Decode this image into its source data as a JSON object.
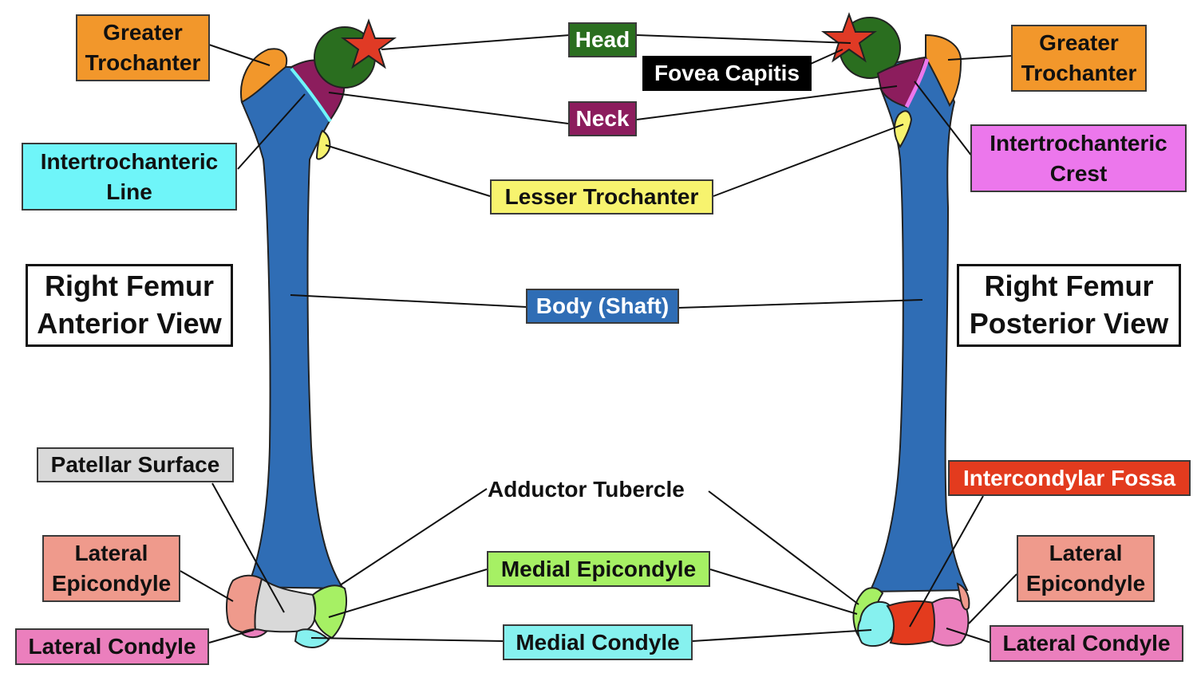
{
  "colors": {
    "shaft": "#2f6db5",
    "head": "#2a6e1f",
    "neck": "#8c1d5d",
    "greater_trochanter": "#f2972b",
    "lesser_trochanter": "#f7f36e",
    "intertrochanteric_line": "#6ff5f9",
    "intertrochanteric_crest": "#ec77ec",
    "patellar_surface": "#d9d9d9",
    "lateral_epicondyle": "#ef9a8c",
    "lateral_condyle": "#eb7fbd",
    "medial_epicondyle": "#a6f064",
    "medial_condyle": "#86f1ef",
    "intercondylar_fossa": "#e33b1e",
    "fovea_star": "#e03a25"
  },
  "titles": {
    "anterior": "Right Femur\nAnterior View",
    "posterior": "Right Femur\nPosterior View"
  },
  "labels": {
    "greater_trochanter_left": "Greater\nTrochanter",
    "greater_trochanter_right": "Greater\nTrochanter",
    "head": "Head",
    "fovea_capitis": "Fovea Capitis",
    "neck": "Neck",
    "intertrochanteric_line": "Intertrochanteric\nLine",
    "intertrochanteric_crest": "Intertrochanteric\nCrest",
    "lesser_trochanter": "Lesser Trochanter",
    "body_shaft": "Body (Shaft)",
    "patellar_surface": "Patellar Surface",
    "adductor_tubercle": "Adductor Tubercle",
    "intercondylar_fossa": "Intercondylar Fossa",
    "lateral_epicondyle_left": "Lateral\nEpicondyle",
    "lateral_epicondyle_right": "Lateral\nEpicondyle",
    "medial_epicondyle": "Medial Epicondyle",
    "lateral_condyle_left": "Lateral Condyle",
    "lateral_condyle_right": "Lateral Condyle",
    "medial_condyle": "Medial Condyle"
  }
}
